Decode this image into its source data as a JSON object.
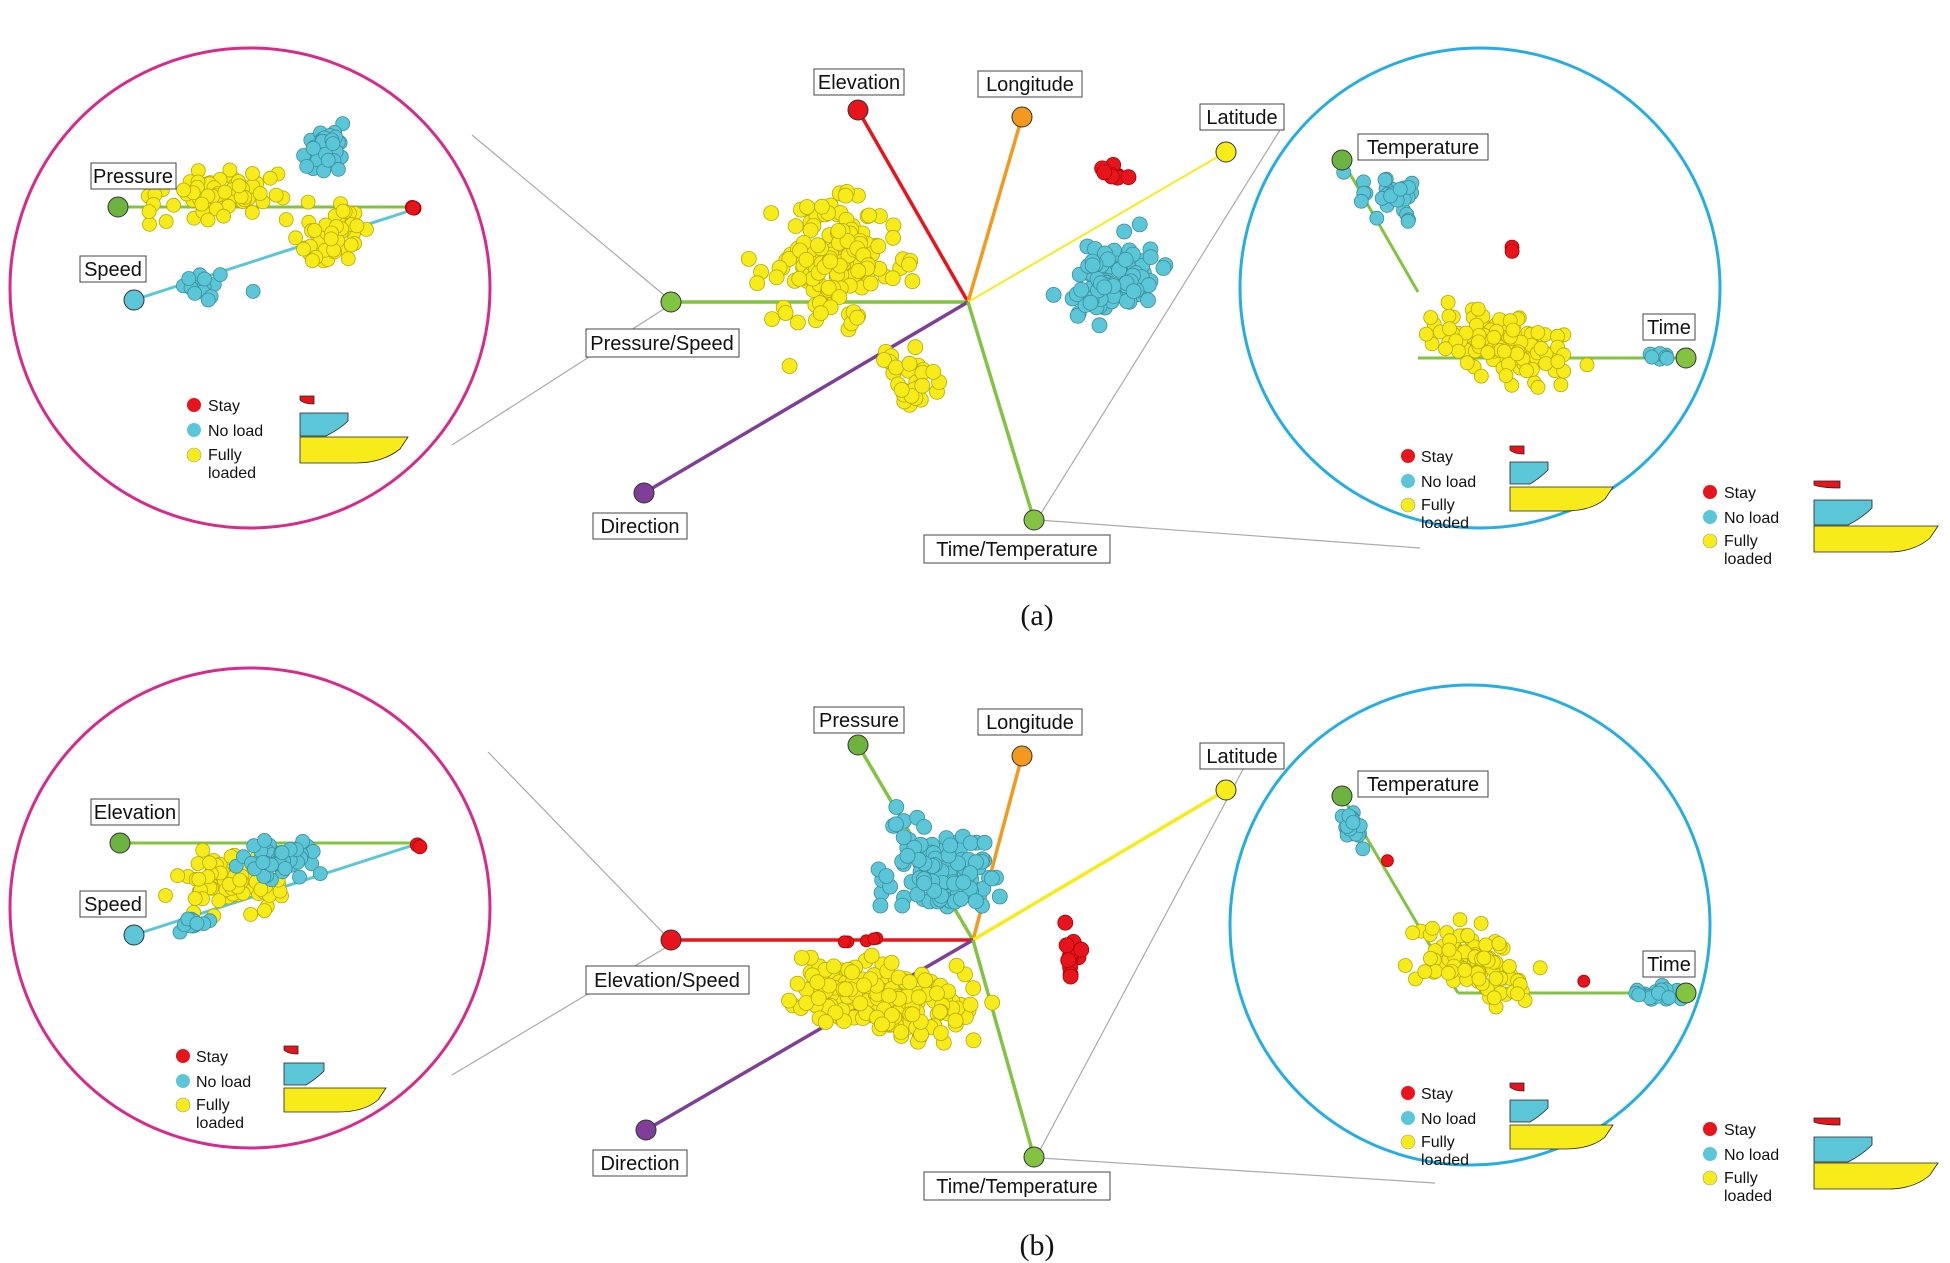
{
  "colors": {
    "stay": "#e8141c",
    "no_load": "#5bc6d8",
    "fully_loaded": "#f7ec1a",
    "magnifier_left": "#d62b8c",
    "magnifier_right": "#26aee3",
    "axis_green": "#82c341",
    "axis_red": "#e8141c",
    "axis_orange": "#f39a1e",
    "axis_yellow": "#f7ec1a",
    "axis_purple": "#7f3f98",
    "axis_teal": "#5bc6d8"
  },
  "legend": {
    "stay": "Stay",
    "no_load": "No load",
    "fully_loaded_1": "Fully",
    "fully_loaded_2": "loaded"
  },
  "panel_a": {
    "caption": "(a)",
    "axes": {
      "elevation": "Elevation",
      "longitude": "Longitude",
      "latitude": "Latitude",
      "pressure_speed": "Pressure/Speed",
      "direction": "Direction",
      "time_temperature": "Time/Temperature"
    },
    "zoom_left": {
      "pressure": "Pressure",
      "speed": "Speed"
    },
    "zoom_right": {
      "temperature": "Temperature",
      "time": "Time"
    }
  },
  "panel_b": {
    "caption": "(b)",
    "axes": {
      "pressure": "Pressure",
      "longitude": "Longitude",
      "latitude": "Latitude",
      "elevation_speed": "Elevation/Speed",
      "direction": "Direction",
      "time_temperature": "Time/Temperature"
    },
    "zoom_left": {
      "elevation": "Elevation",
      "speed": "Speed"
    },
    "zoom_right": {
      "temperature": "Temperature",
      "time": "Time"
    }
  }
}
